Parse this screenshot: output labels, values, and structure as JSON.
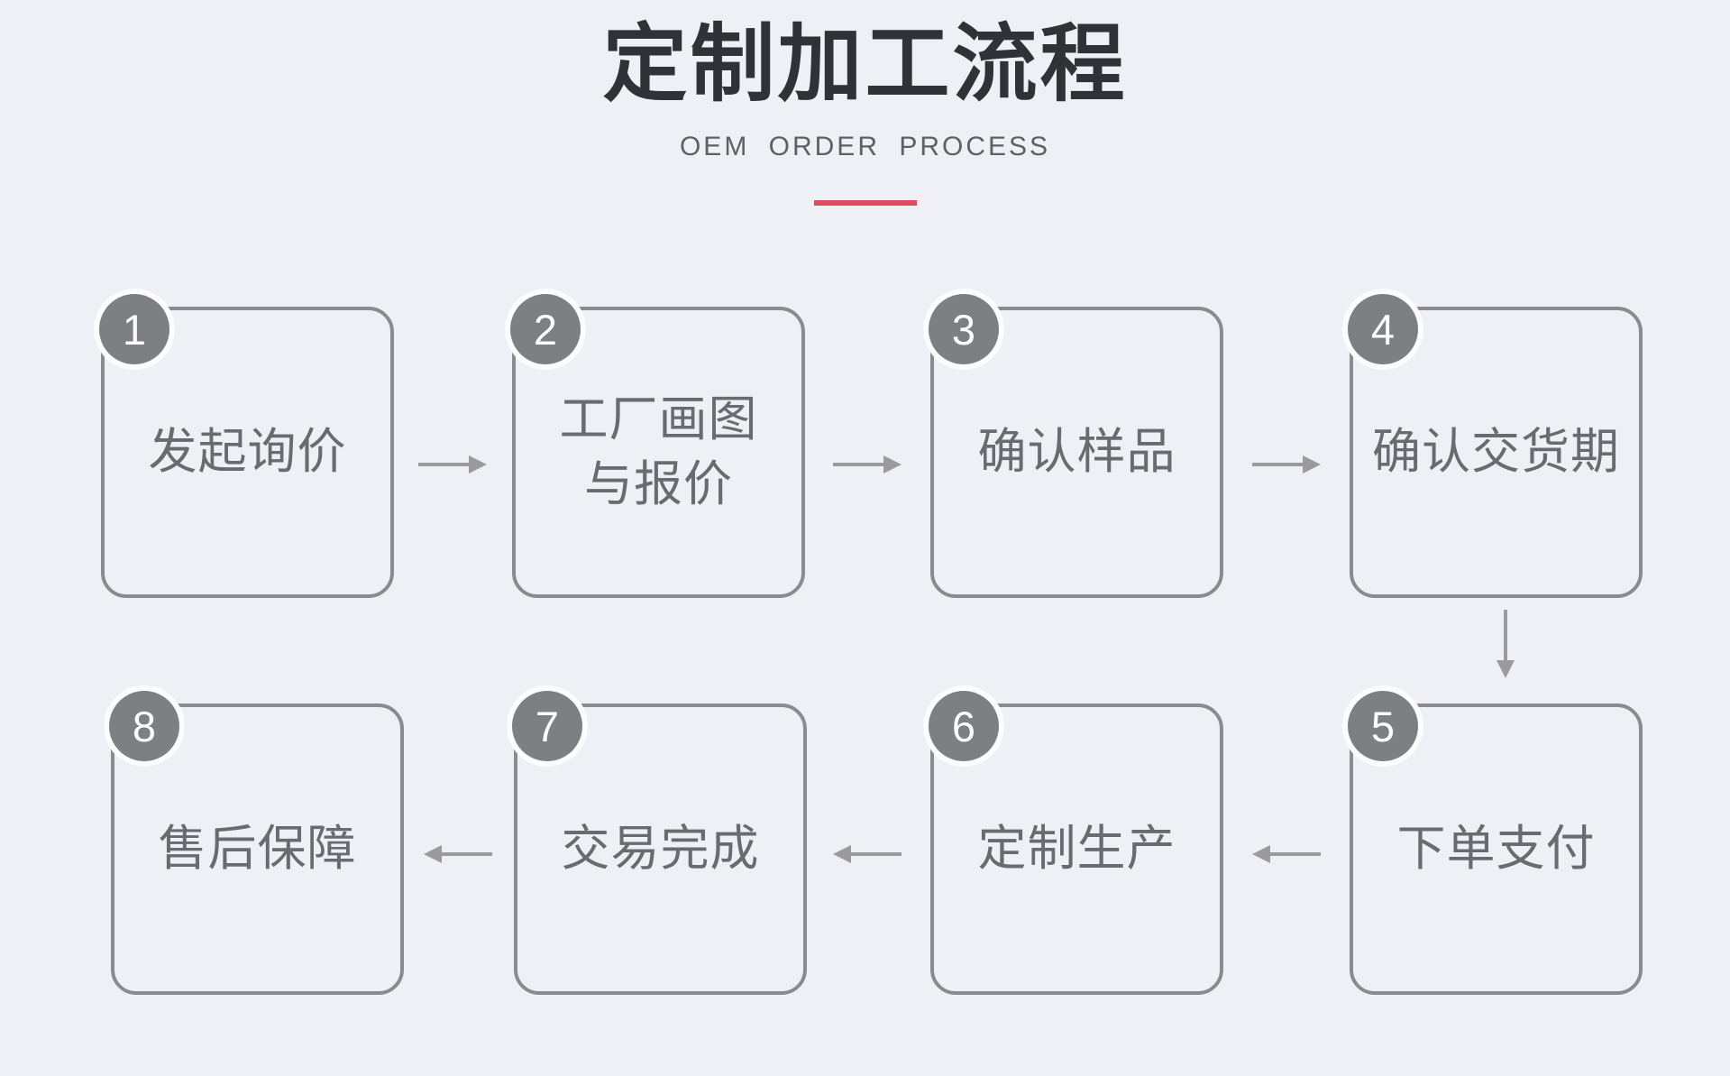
{
  "page": {
    "background_color": "#eef0f6"
  },
  "header": {
    "title": "定制加工流程",
    "subtitle": "OEM ORDER PROCESS",
    "divider_color": "#e04860"
  },
  "flow": {
    "steps": [
      {
        "number": "1",
        "label": "发起询价"
      },
      {
        "number": "2",
        "label": "工厂画图\n与报价"
      },
      {
        "number": "3",
        "label": "确认样品"
      },
      {
        "number": "4",
        "label": "确认交货期"
      },
      {
        "number": "5",
        "label": "下单支付"
      },
      {
        "number": "6",
        "label": "定制生产"
      },
      {
        "number": "7",
        "label": "交易完成"
      },
      {
        "number": "8",
        "label": "售后保障"
      }
    ],
    "connections": [
      {
        "from": "1",
        "to": "2",
        "direction": "right"
      },
      {
        "from": "2",
        "to": "3",
        "direction": "right"
      },
      {
        "from": "3",
        "to": "4",
        "direction": "right"
      },
      {
        "from": "4",
        "to": "5",
        "direction": "down"
      },
      {
        "from": "5",
        "to": "6",
        "direction": "left"
      },
      {
        "from": "6",
        "to": "7",
        "direction": "left"
      },
      {
        "from": "7",
        "to": "8",
        "direction": "left"
      }
    ],
    "colors": {
      "box_border": "#8b8b8f",
      "badge_fill": "#7e7f83",
      "badge_number": "#fdfdfd",
      "label_text": "#6a6b70",
      "arrow": "#9b9b9e",
      "title_text": "#2f3237",
      "subtitle_text": "#5d6065"
    }
  }
}
